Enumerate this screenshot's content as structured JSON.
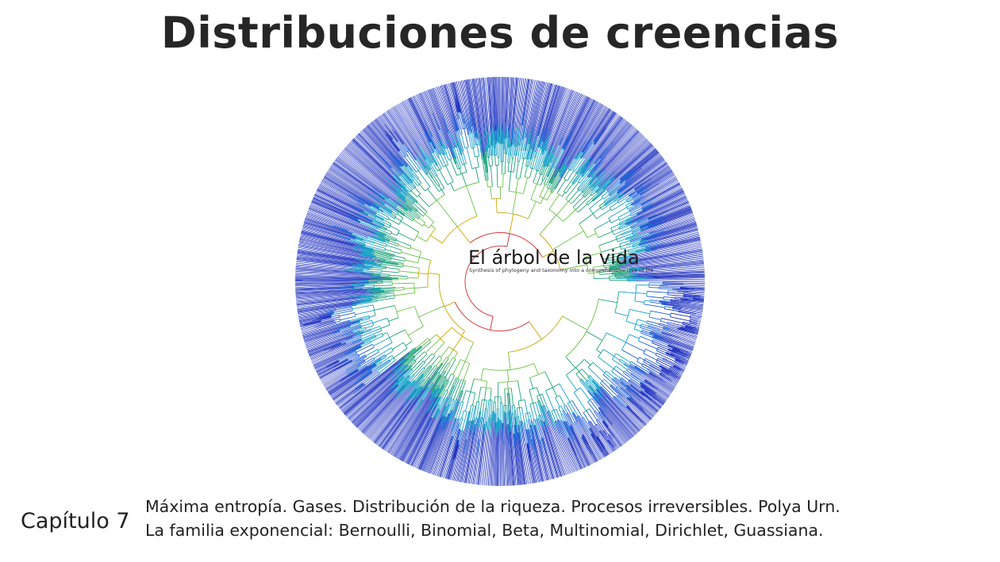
{
  "slide": {
    "title": "Distribuciones de creencias",
    "figure": {
      "title": "El árbol de la vida",
      "subtitle": "Synthesis of phylogeny and taxonomy into a comprehensive tree of life",
      "colors": [
        "#d62728",
        "#c9a800",
        "#6cc24a",
        "#1fa37a",
        "#17a3c8",
        "#1f5fd6",
        "#1c2fbf"
      ]
    },
    "chapter_label": "Capítulo 7",
    "description_lines": [
      "Máxima entropía. Gases. Distribución de la riqueza. Procesos irreversibles. Polya Urn.",
      "La familia exponencial: Bernoulli, Binomial, Beta, Multinomial, Dirichlet, Guassiana."
    ]
  }
}
